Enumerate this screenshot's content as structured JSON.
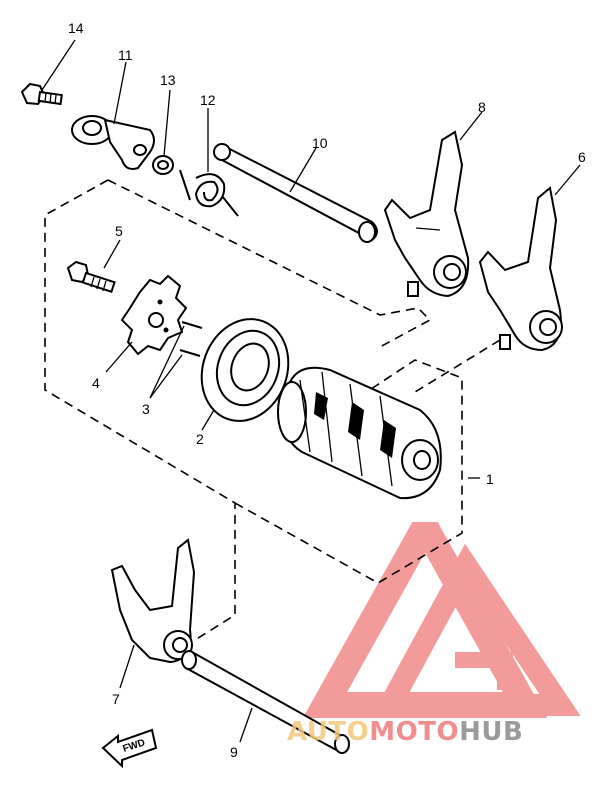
{
  "callouts": {
    "c1": "1",
    "c2": "2",
    "c3": "3",
    "c4": "4",
    "c5": "5",
    "c6": "6",
    "c7": "7",
    "c8": "8",
    "c9": "9",
    "c10": "10",
    "c11": "11",
    "c12": "12",
    "c13": "13",
    "c14": "14"
  },
  "front_arrow": "FWD",
  "watermark": {
    "part1": "AUTO",
    "part2": "MOTO",
    "part3": "HUB",
    "colors": {
      "auto": "#f3c77a",
      "moto": "#f07a7a",
      "hub": "#8a8a8a",
      "logo": "#f07a7a"
    }
  }
}
